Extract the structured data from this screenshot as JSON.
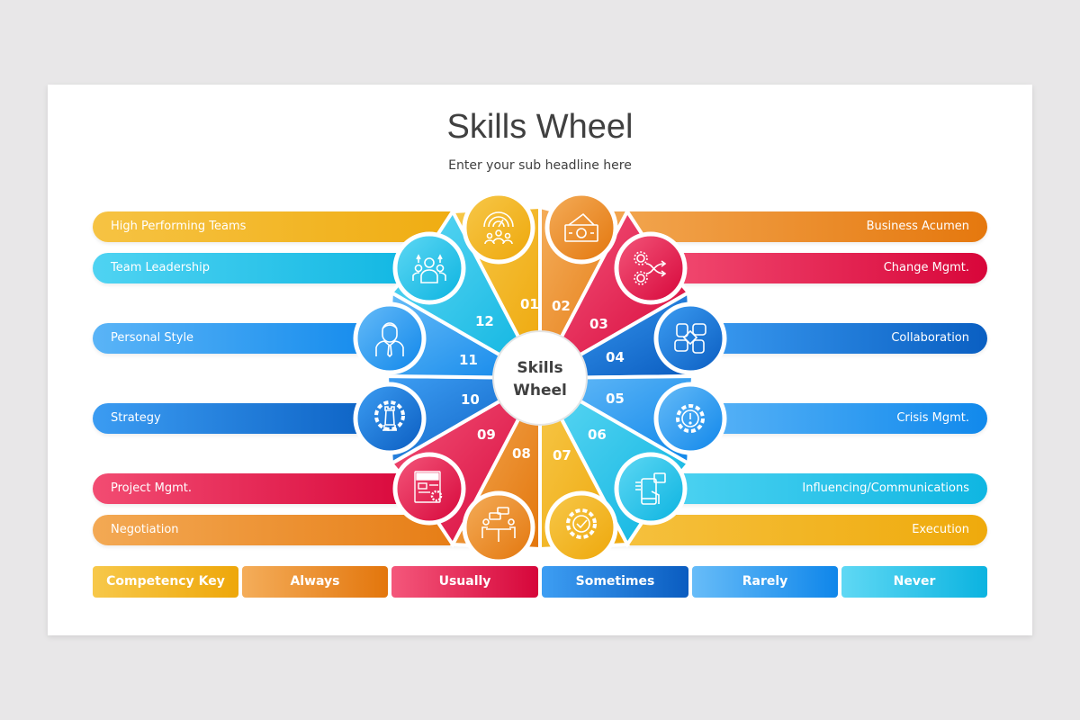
{
  "header": {
    "title": "Skills Wheel",
    "subtitle": "Enter your sub headline here"
  },
  "wheel": {
    "center_label_line1": "Skills",
    "center_label_line2": "Wheel"
  },
  "colors": {
    "yellow": "#f0b013",
    "orange": "#ea8a1e",
    "red": "#e31e4e",
    "dark_blue": "#1670d2",
    "blue": "#2b93ee",
    "cyan": "#21c0e8",
    "background": "#e8e7e8",
    "slide": "#ffffff",
    "text": "#404040"
  },
  "skills": [
    {
      "number": "01",
      "label": "High Performing Teams",
      "color": "yellow",
      "icon": "performance-team-icon"
    },
    {
      "number": "02",
      "label": "Business Acumen",
      "color": "orange",
      "icon": "money-bill-icon"
    },
    {
      "number": "03",
      "label": "Change Mgmt.",
      "color": "red",
      "icon": "gears-shuffle-icon"
    },
    {
      "number": "04",
      "label": "Collaboration",
      "color": "dark_blue",
      "icon": "hands-together-icon"
    },
    {
      "number": "05",
      "label": "Crisis Mgmt.",
      "color": "blue",
      "icon": "gear-alert-icon"
    },
    {
      "number": "06",
      "label": "Influencing/Communications",
      "color": "cyan",
      "icon": "phone-megaphone-icon"
    },
    {
      "number": "07",
      "label": "Execution",
      "color": "yellow",
      "icon": "gear-check-icon"
    },
    {
      "number": "08",
      "label": "Negotiation",
      "color": "orange",
      "icon": "meeting-table-icon"
    },
    {
      "number": "09",
      "label": "Project Mgmt.",
      "color": "red",
      "icon": "project-document-icon"
    },
    {
      "number": "10",
      "label": "Strategy",
      "color": "dark_blue",
      "icon": "chess-gear-icon"
    },
    {
      "number": "11",
      "label": "Personal Style",
      "color": "blue",
      "icon": "businessman-icon"
    },
    {
      "number": "12",
      "label": "Team Leadership",
      "color": "cyan",
      "icon": "team-leader-icon"
    }
  ],
  "competency_key": [
    {
      "label": "Competency Key",
      "color": "yellow"
    },
    {
      "label": "Always",
      "color": "orange"
    },
    {
      "label": "Usually",
      "color": "red"
    },
    {
      "label": "Sometimes",
      "color": "dark_blue"
    },
    {
      "label": "Rarely",
      "color": "blue"
    },
    {
      "label": "Never",
      "color": "cyan"
    }
  ]
}
